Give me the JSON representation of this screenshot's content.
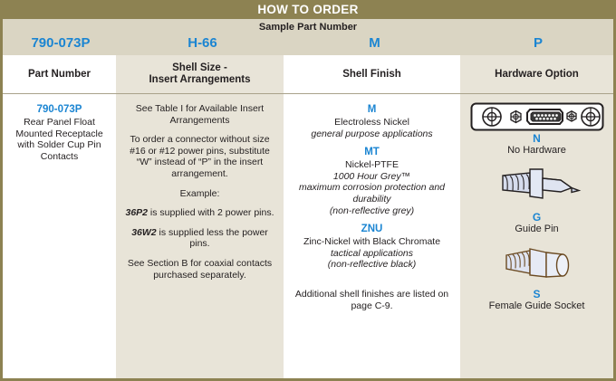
{
  "title": "HOW TO ORDER",
  "sample": {
    "caption": "Sample Part Number",
    "values": [
      "790-073P",
      "H-66",
      "M",
      "P"
    ]
  },
  "columns": {
    "headers": [
      "Part Number",
      "Shell Size -\nInsert Arrangements",
      "Shell Finish",
      "Hardware Option"
    ],
    "part_number": {
      "code": "790-073P",
      "description": "Rear Panel Float Mounted Receptacle with Solder Cup Pin Contacts"
    },
    "shell_size": {
      "line1": "See Table I for Available Insert Arrangements",
      "line2": "To order a connector without size #16 or #12 power pins, substitute “W” instead of “P” in the insert arrangement.",
      "example_label": "Example:",
      "example1_code": "36P2",
      "example1_text": " is supplied with 2 power pins.",
      "example2_code": "36W2",
      "example2_text": " is supplied less the power pins.",
      "line3": "See Section B for coaxial contacts purchased separately."
    },
    "shell_finish": {
      "options": [
        {
          "code": "M",
          "name": "Electroless Nickel",
          "note1": "general purpose applications",
          "note2": "",
          "note3": ""
        },
        {
          "code": "MT",
          "name": "Nickel-PTFE",
          "note1": "1000 Hour Grey™",
          "note2": "maximum corrosion protection and durability",
          "note3": "(non-reflective grey)"
        },
        {
          "code": "ZNU",
          "name": "Zinc-Nickel with Black Chromate",
          "note1": "tactical applications",
          "note2": "(non-reflective black)",
          "note3": ""
        }
      ],
      "footnote": "Additional shell finishes are listed on page C-9."
    },
    "hardware": {
      "items": [
        {
          "code": "N",
          "label": "No Hardware",
          "art": "dsub-connector-icon"
        },
        {
          "code": "G",
          "label": "Guide Pin",
          "art": "guide-pin-icon"
        },
        {
          "code": "S",
          "label": "Female Guide Socket",
          "art": "guide-socket-icon"
        }
      ]
    }
  },
  "colors": {
    "olive": "#8d8252",
    "sample_band": "#dad5c3",
    "shade": "#e8e4d8",
    "accent_blue": "#1b85d2",
    "text": "#231f20"
  }
}
